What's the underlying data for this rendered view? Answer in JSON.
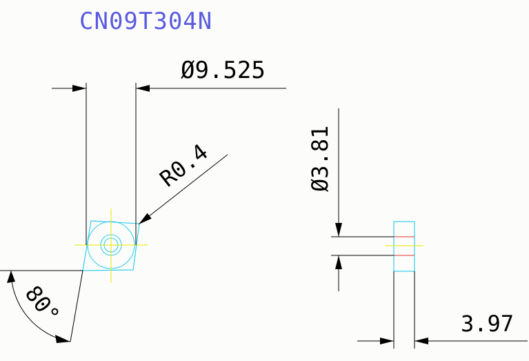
{
  "title": "CN09T304N",
  "dimensions": {
    "inscribed_circle": "Ø9.525",
    "corner_radius": "R0.4",
    "included_angle": "80°",
    "hole_diameter": "Ø3.81",
    "thickness": "3.97"
  },
  "colors": {
    "background": "#fcfdfa",
    "line": "#000000",
    "title": "#5a5ae0",
    "insert_outline": "#33ccee",
    "centerline": "#e8e800",
    "hidden_line": "#e03030"
  }
}
